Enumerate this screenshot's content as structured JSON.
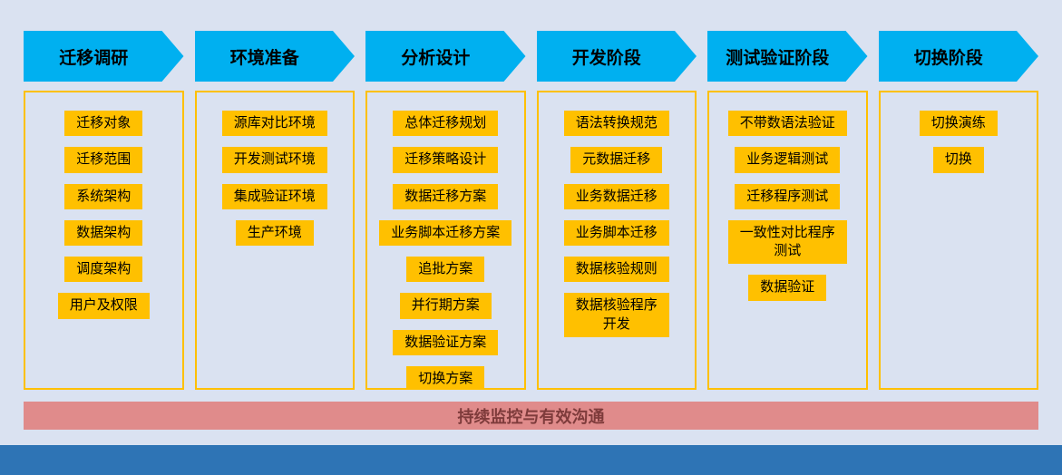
{
  "diagram": {
    "phases": [
      {
        "title": "迁移调研",
        "items": [
          "迁移对象",
          "迁移范围",
          "系统架构",
          "数据架构",
          "调度架构",
          "用户及权限"
        ]
      },
      {
        "title": "环境准备",
        "items": [
          "源库对比环境",
          "开发测试环境",
          "集成验证环境",
          "生产环境"
        ]
      },
      {
        "title": "分析设计",
        "items": [
          "总体迁移规划",
          "迁移策略设计",
          "数据迁移方案",
          "业务脚本迁移方案",
          "追批方案",
          "并行期方案",
          "数据验证方案",
          "切换方案"
        ]
      },
      {
        "title": "开发阶段",
        "items": [
          "语法转换规范",
          "元数据迁移",
          "业务数据迁移",
          "业务脚本迁移",
          "数据核验规则",
          "数据核验程序\n开发"
        ]
      },
      {
        "title": "测试验证阶段",
        "items": [
          "不带数语法验证",
          "业务逻辑测试",
          "迁移程序测试",
          "一致性对比程序\n测试",
          "数据验证"
        ]
      },
      {
        "title": "切换阶段",
        "items": [
          "切换演练",
          "切换"
        ]
      }
    ],
    "footer_banner": "持续监控与有效沟通"
  },
  "colors": {
    "background": "#dae2f1",
    "arrow": "#00b0f0",
    "item_bg": "#ffc000",
    "container_border": "#ffc000",
    "banner_bg": "#e08b8b",
    "banner_text": "#7e3b3b",
    "bottom_strip": "#2e74b5"
  }
}
